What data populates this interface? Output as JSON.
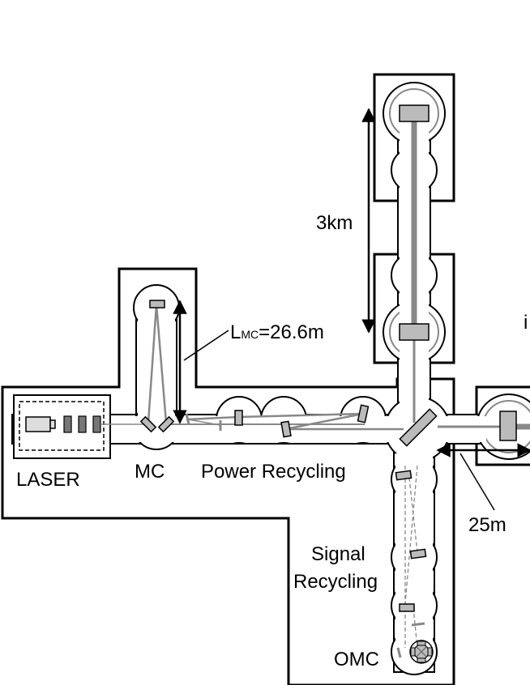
{
  "labels": {
    "laser": "LASER",
    "mc": "MC",
    "power_recycling": "Power Recycling",
    "signal_line1": "Signal",
    "signal_line2": "Recycling",
    "omc": "OMC",
    "arm_length": "3km",
    "mc_length_main": "L",
    "mc_length_sub": "MC",
    "mc_length_value": "=26.6m",
    "distance": "25m",
    "cut_off_char": "i"
  },
  "colors": {
    "outline": "#000000",
    "beam": "#888888",
    "optic_fill": "#bbbbbb",
    "laser_body": "#dddddd",
    "laser_block": "#777777",
    "background": "#ffffff"
  }
}
